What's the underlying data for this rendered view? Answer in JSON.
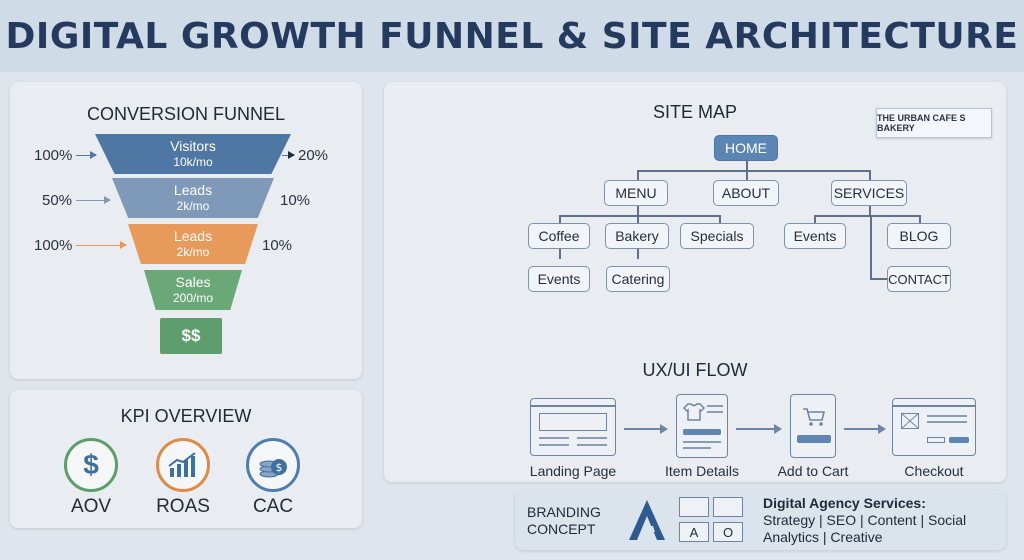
{
  "title": "DIGITAL GROWTH FUNNEL & SITE ARCHITECTURE",
  "funnel": {
    "title": "CONVERSION FUNNEL",
    "stages": [
      {
        "label": "Visitors",
        "sub": "10k/mo",
        "left_pct": "100%",
        "right_pct": "20%",
        "color": "#4f77a3"
      },
      {
        "label": "Leads",
        "sub": "2k/mo",
        "left_pct": "50%",
        "right_pct": "10%",
        "color": "#7f9ab8"
      },
      {
        "label": "Leads",
        "sub": "2k/mo",
        "left_pct": "100%",
        "right_pct": "10%",
        "color": "#e79a5a"
      },
      {
        "label": "Sales",
        "sub": "200/mo",
        "color": "#6aa878"
      },
      {
        "label": "$$",
        "color": "#5d9e6c"
      }
    ]
  },
  "kpi": {
    "title": "KPI OVERVIEW",
    "items": [
      {
        "label": "AOV",
        "icon": "dollar-icon",
        "color": "#5a9e6a"
      },
      {
        "label": "ROAS",
        "icon": "growth-chart-icon",
        "color": "#e08a45"
      },
      {
        "label": "CAC",
        "icon": "coins-icon",
        "color": "#4d7fae"
      }
    ]
  },
  "sitemap": {
    "title": "SITE MAP",
    "brand_tag": "THE URBAN CAFE S BAKERY",
    "nodes": {
      "home": "HOME",
      "menu": "MENU",
      "about": "ABOUT",
      "services": "SERVICES",
      "coffee": "Coffee",
      "bakery": "Bakery",
      "specials": "Specials",
      "events1": "Events",
      "blog": "BLOG",
      "events2": "Events",
      "catering": "Catering",
      "contact": "CONTACT"
    }
  },
  "uxflow": {
    "title": "UX/UI FLOW",
    "steps": [
      "Landing Page",
      "Item Details",
      "Add to Cart",
      "Checkout"
    ]
  },
  "branding": {
    "concept_label": "BRANDING\nCONCEPT",
    "concept_line1": "BRANDING",
    "concept_line2": "CONCEPT",
    "logo_letter": "A",
    "swatch_a": "A",
    "swatch_o": "O",
    "services_title": "Digital Agency Services:",
    "services_line1": "Strategy | SEO | Content | Social",
    "services_line2": "Analytics | Creative"
  },
  "colors": {
    "title": "#243a5e",
    "accent_blue": "#4f77a3",
    "accent_orange": "#e79a5a",
    "accent_green": "#6aa878"
  }
}
